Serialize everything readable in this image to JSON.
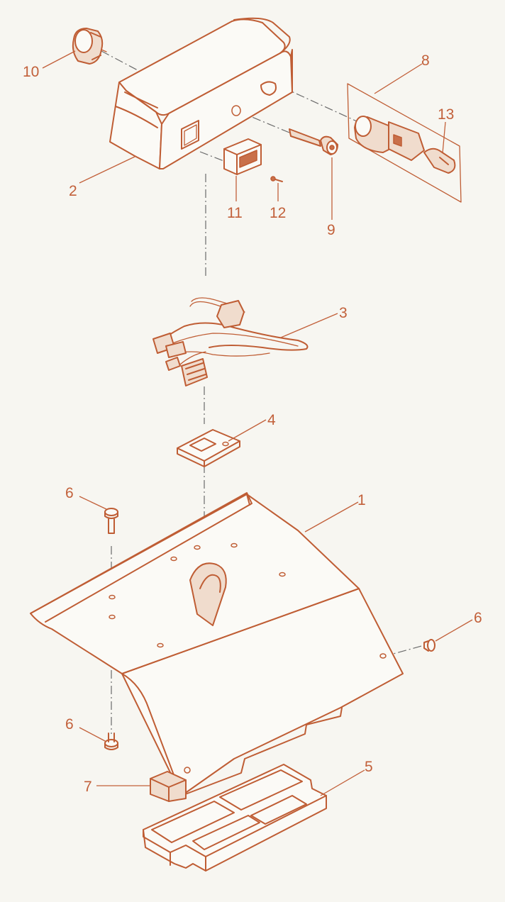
{
  "callouts": {
    "c1": "1",
    "c2": "2",
    "c3": "3",
    "c4": "4",
    "c5": "5",
    "c6a": "6",
    "c6b": "6",
    "c6c": "6",
    "c7": "7",
    "c8": "8",
    "c9": "9",
    "c10": "10",
    "c11": "11",
    "c12": "12",
    "c13": "13"
  },
  "colors": {
    "line": "#bf5d34",
    "label": "#c2603a",
    "centerline": "#6b6b6b",
    "background": "#f7f6f1"
  }
}
